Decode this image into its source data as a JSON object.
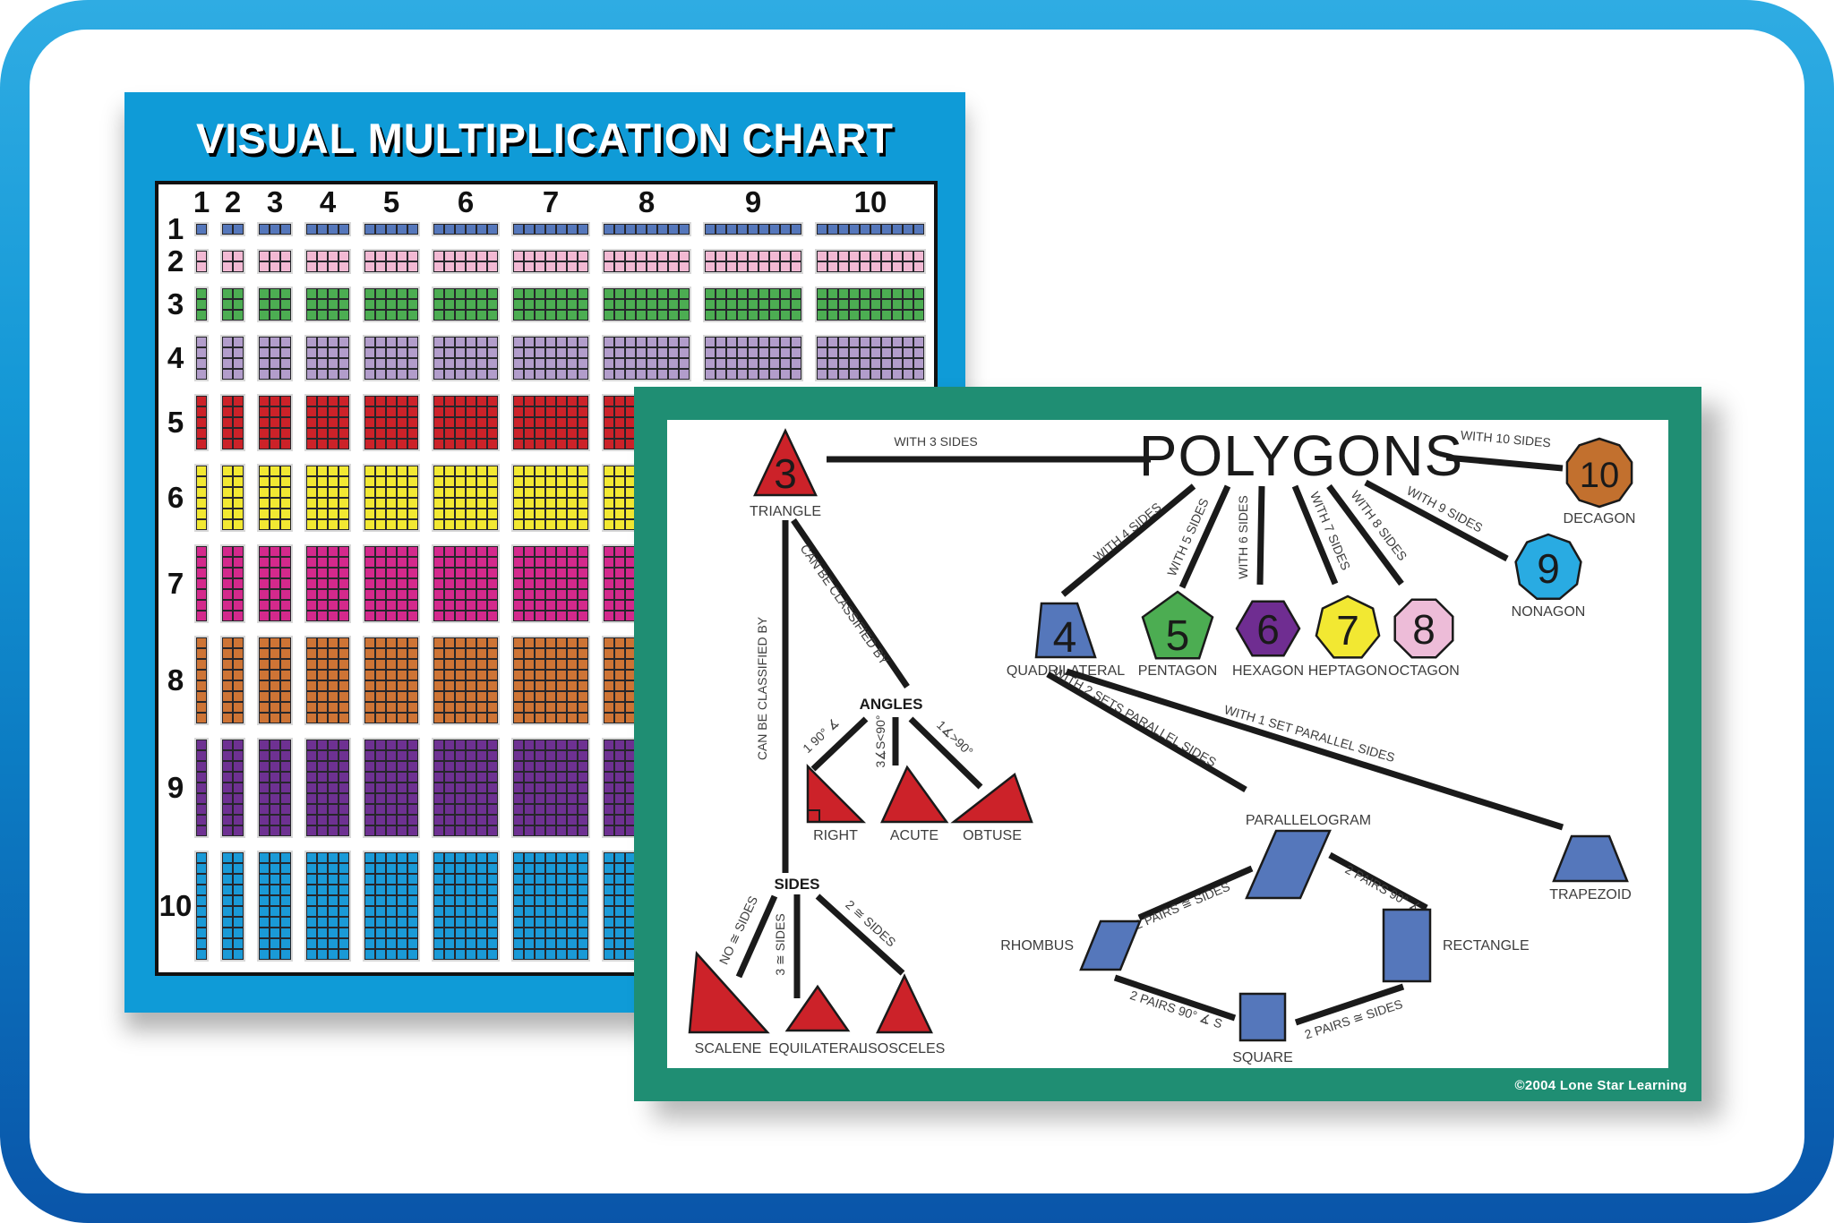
{
  "frame": {
    "border_gradient_top": "#2FACE3",
    "border_gradient_bottom": "#0A55A9"
  },
  "multiplication_chart": {
    "title": "VISUAL MULTIPLICATION CHART",
    "background_color": "#0F9BD7",
    "column_headers": [
      "1",
      "2",
      "3",
      "4",
      "5",
      "6",
      "7",
      "8",
      "9",
      "10"
    ],
    "row_headers": [
      "1",
      "2",
      "3",
      "4",
      "5",
      "6",
      "7",
      "8",
      "9",
      "10"
    ],
    "row_colors": [
      "#5577BB",
      "#F2B9D3",
      "#4CAD52",
      "#B29DCB",
      "#CC2229",
      "#F2E832",
      "#D4298C",
      "#CE7435",
      "#6E3192",
      "#1A9AD7"
    ]
  },
  "polygons_chart": {
    "title": "POLYGONS",
    "border_color": "#1F8E73",
    "copyright": "©2004 Lone Star Learning",
    "family_shapes": [
      {
        "name": "TRIANGLE",
        "number": "3",
        "color": "#CC2229",
        "connector_label": "WITH 3 SIDES"
      },
      {
        "name": "QUADRILATERAL",
        "number": "4",
        "color": "#5577BB",
        "connector_label": "WITH 4 SIDES"
      },
      {
        "name": "PENTAGON",
        "number": "5",
        "color": "#4CAD52",
        "connector_label": "WITH 5 SIDES"
      },
      {
        "name": "HEXAGON",
        "number": "6",
        "color": "#6F2D91",
        "connector_label": "WITH 6 SIDES"
      },
      {
        "name": "HEPTAGON",
        "number": "7",
        "color": "#F2E832",
        "connector_label": "WITH 7 SIDES"
      },
      {
        "name": "OCTAGON",
        "number": "8",
        "color": "#EDBCD8",
        "connector_label": "WITH 8 SIDES"
      },
      {
        "name": "NONAGON",
        "number": "9",
        "color": "#29ABE2",
        "connector_label": "WITH 9 SIDES"
      },
      {
        "name": "DECAGON",
        "number": "10",
        "color": "#C2702E",
        "connector_label": "WITH 10 SIDES"
      }
    ],
    "triangle_classification": {
      "classified_by_label": "CAN BE CLASSIFIED BY",
      "angles": {
        "heading": "ANGLES",
        "branches": [
          {
            "label": "1 90° ∡",
            "shape": "RIGHT"
          },
          {
            "label": "3∡S<90°",
            "shape": "ACUTE"
          },
          {
            "label": "1∡>90°",
            "shape": "OBTUSE"
          }
        ]
      },
      "sides": {
        "heading": "SIDES",
        "branches": [
          {
            "label": "NO ≅ SIDES",
            "shape": "SCALENE"
          },
          {
            "label": "3 ≅ SIDES",
            "shape": "EQUILATERAL"
          },
          {
            "label": "2 ≅ SIDES",
            "shape": "ISOSCELES"
          }
        ]
      },
      "triangle_color": "#CC2229"
    },
    "quadrilateral_classification": {
      "shape_color": "#5577BB",
      "parallelogram_label": "PARALLELOGRAM",
      "trapezoid_label": "TRAPEZOID",
      "rhombus_label": "RHOMBUS",
      "rectangle_label": "RECTANGLE",
      "square_label": "SQUARE",
      "edges": [
        {
          "label": "WITH 2 SETS PARALLEL SIDES",
          "from": "QUADRILATERAL",
          "to": "PARALLELOGRAM"
        },
        {
          "label": "WITH 1 SET PARALLEL SIDES",
          "from": "QUADRILATERAL",
          "to": "TRAPEZOID"
        },
        {
          "label": "2 PAIRS ≅ SIDES",
          "from": "PARALLELOGRAM",
          "to": "RHOMBUS"
        },
        {
          "label": "2 PAIRS 90° ∡ S",
          "from": "PARALLELOGRAM",
          "to": "RECTANGLE"
        },
        {
          "label": "2 PAIRS 90° ∡ S",
          "from": "RHOMBUS",
          "to": "SQUARE"
        },
        {
          "label": "2 PAIRS ≅ SIDES",
          "from": "SQUARE",
          "to": "RECTANGLE"
        }
      ]
    }
  }
}
